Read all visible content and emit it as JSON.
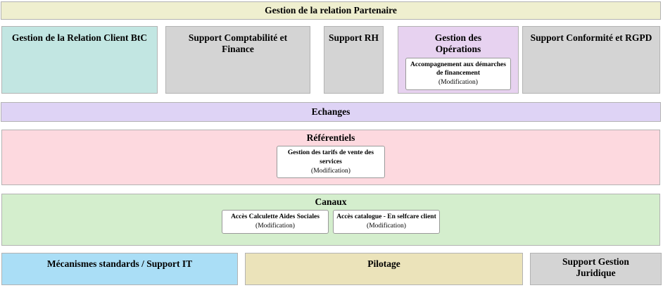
{
  "header": {
    "title": "Gestion de la relation Partenaire"
  },
  "domains": [
    {
      "label": "Gestion de la Relation Client BtC"
    },
    {
      "label": "Support Comptabilité et Finance"
    },
    {
      "label": "Support RH"
    },
    {
      "label": "Gestion des Opérations",
      "sub": {
        "title": "Accompagnement aux démarches de financement",
        "status": "(Modification)"
      }
    },
    {
      "label": "Support Conformité et RGPD"
    }
  ],
  "bands": {
    "echanges": {
      "label": "Echanges"
    },
    "referentiels": {
      "label": "Référentiels",
      "items": [
        {
          "title": "Gestion des tarifs de vente des services",
          "status": "(Modification)"
        }
      ]
    },
    "canaux": {
      "label": "Canaux",
      "items": [
        {
          "title": "Accès Calculette Aides Sociales",
          "status": "(Modification)"
        },
        {
          "title": "Accès catalogue - En selfcare client",
          "status": "(Modification)"
        }
      ]
    }
  },
  "footer": [
    {
      "label": "Mécanismes standards / Support IT"
    },
    {
      "label": "Pilotage"
    },
    {
      "label": "Support Gestion Juridique"
    }
  ],
  "colors": {
    "banner_yellow": "#efefcf",
    "teal": "#c2e6e2",
    "gray": "#d4d4d4",
    "operations_lavender": "#e7d2f0",
    "echanges_purple": "#ded3f5",
    "referentiels_pink": "#fdd9df",
    "canaux_green": "#d4eecd",
    "support_it_blue": "#aadef6",
    "pilotage_tan": "#ebe3ba",
    "card_background": "#ffffff",
    "border_gray": "#b3b3b3",
    "text": "#000000"
  }
}
